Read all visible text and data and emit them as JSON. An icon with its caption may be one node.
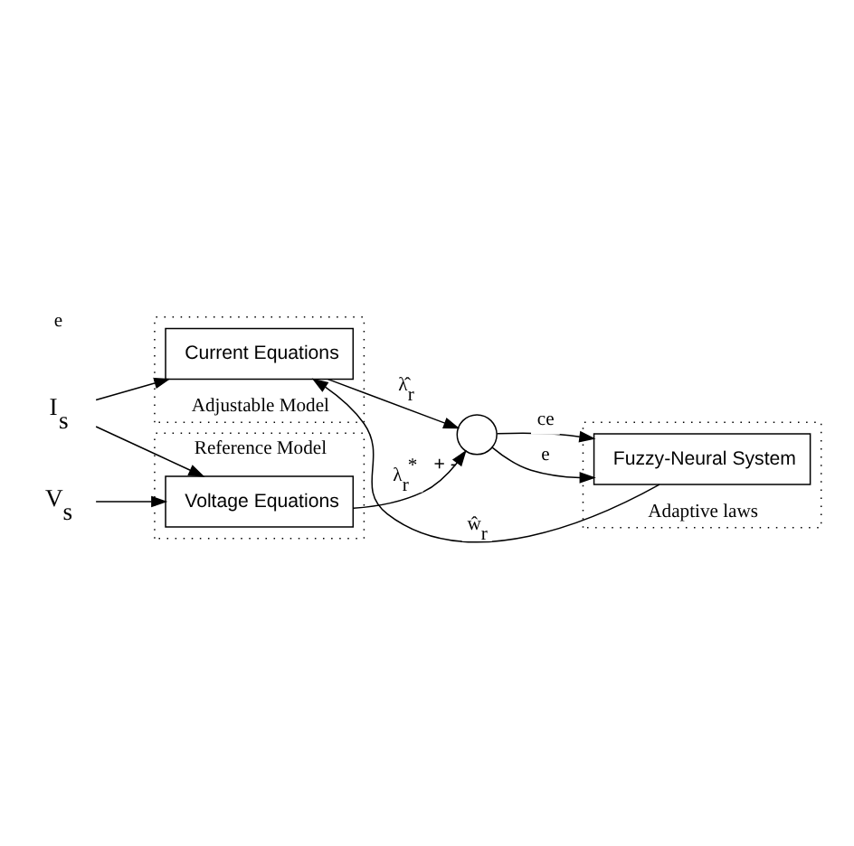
{
  "diagram": {
    "nodes": [
      {
        "text": [
          "Reference Model"
        ]
      },
      {
        "text": [
          "Voltage Equations"
        ],
        "in": 0
      },
      {
        "text": [
          "Adjustable Model"
        ]
      },
      {
        "text": [
          "Current Equations"
        ],
        "in": 2
      },
      {
        "text": [
          "Adaptive laws"
        ]
      },
      {
        "text": [
          "Fuzzy-Neural System"
        ],
        "in": 4
      },
      {
        "text": [
          "V$_{s}$"
        ]
      },
      {
        "text": [
          "I$_{s}$"
        ]
      },
      {
        "text": [],
        "shape": "circle",
        "beside": [
          "+",
          "-"
        ]
      }
    ],
    "edges": [
      {
        "from": 6,
        "to": 1,
        "arrow": "to"
      },
      {
        "from": 7,
        "to": 1,
        "arrow": "to"
      },
      {
        "from": 7,
        "to": 3,
        "arrow": "to"
      },
      {
        "from": 1,
        "to": 8,
        "arrow": "to",
        "label": "λ$_{r}$$^{*}$"
      },
      {
        "from": 3,
        "to": 8,
        "arrow": "to",
        "label": "λ̂$_{r}$"
      },
      {
        "from": 8,
        "to": 5,
        "arrow": "to",
        "label": "e"
      },
      {
        "from": 8,
        "to": 5,
        "arrow": "to",
        "label": "ce"
      },
      {
        "from": 5,
        "to": 3,
        "arrow": "to",
        "label": "ŵ$_{r}$"
      }
    ],
    "labels": [
      "e"
    ]
  }
}
